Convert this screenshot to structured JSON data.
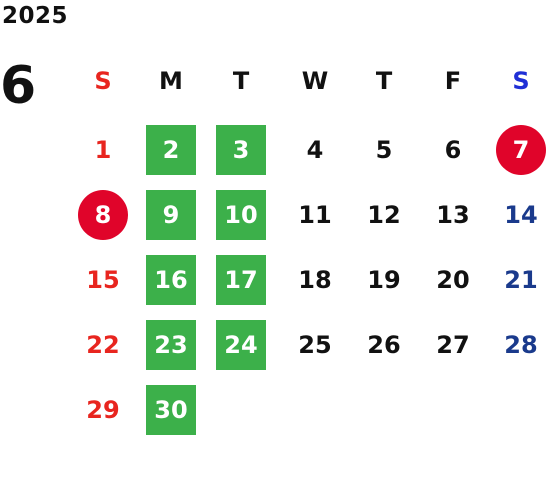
{
  "year": "2025",
  "month": "6",
  "colors": {
    "sunday": "#e8251f",
    "saturday": "#1a3a8c",
    "saturday_header": "#1f2fd6",
    "weekday": "#111111",
    "green_highlight": "#3cb04a",
    "red_highlight": "#e0042a"
  },
  "weekdays": [
    "S",
    "M",
    "T",
    "W",
    "T",
    "F",
    "S"
  ],
  "weeks": [
    [
      "1",
      "2",
      "3",
      "4",
      "5",
      "6",
      "7"
    ],
    [
      "8",
      "9",
      "10",
      "11",
      "12",
      "13",
      "14"
    ],
    [
      "15",
      "16",
      "17",
      "18",
      "19",
      "20",
      "21"
    ],
    [
      "22",
      "23",
      "24",
      "25",
      "26",
      "27",
      "28"
    ],
    [
      "29",
      "30",
      "",
      "",
      "",
      "",
      ""
    ]
  ],
  "highlights": {
    "green": [
      "2",
      "3",
      "9",
      "10",
      "16",
      "17",
      "23",
      "24",
      "30"
    ],
    "red_circle": [
      "7",
      "8"
    ]
  }
}
